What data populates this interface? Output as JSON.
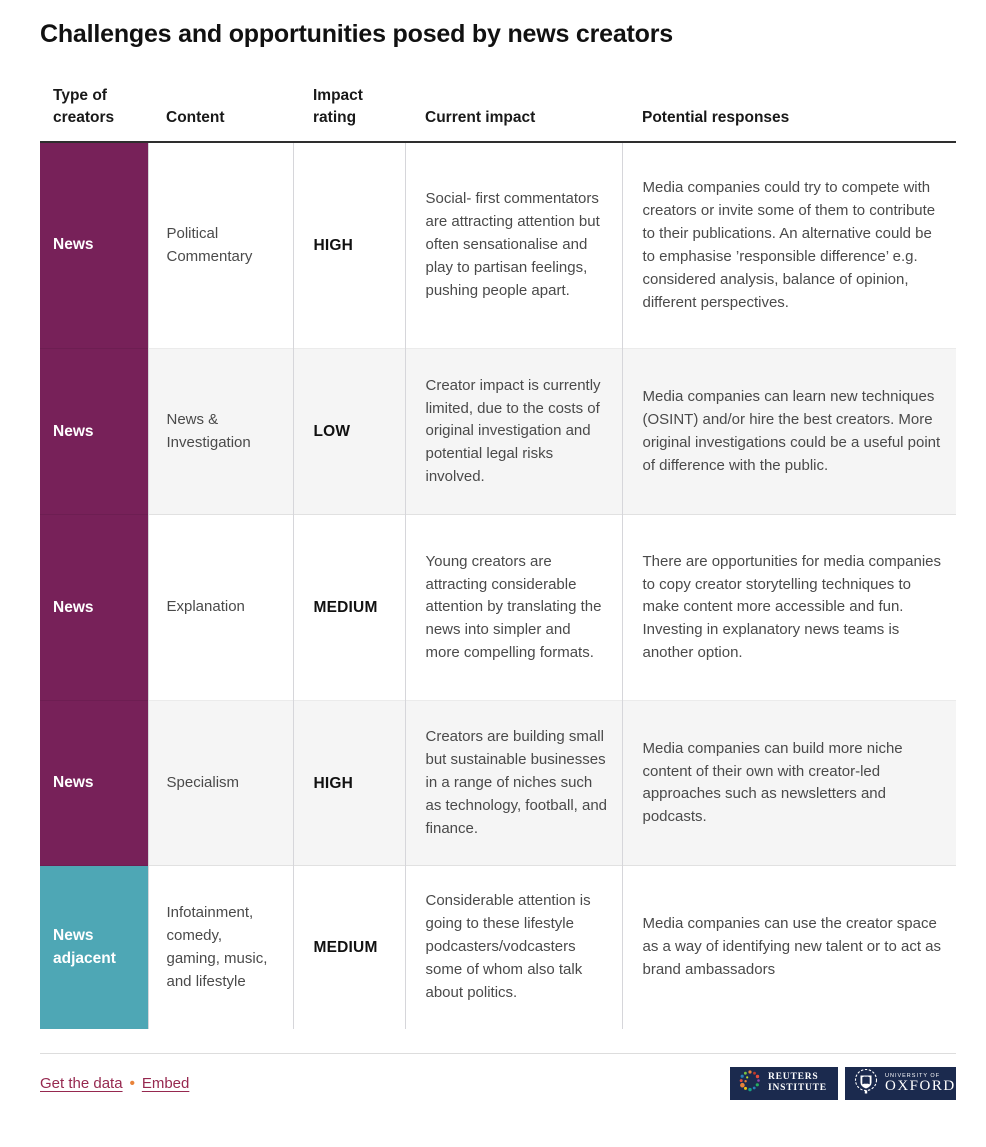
{
  "title": "Challenges and opportunities posed by news creators",
  "chart_data": {
    "type": "table",
    "columns": [
      "Type of creators",
      "Content",
      "Impact rating",
      "Current impact",
      "Potential responses"
    ],
    "rows": [
      {
        "type": "News",
        "type_color": "#772159",
        "content": "Political Commentary",
        "impact_rating": "HIGH",
        "current_impact": "Social- first commentators are attracting attention but often sensationalise and play to partisan feelings, pushing people apart.",
        "potential_responses": "Media companies could try to compete with creators or invite some of them to contribute to their publications. An alternative could be to emphasise ’responsible difference’ e.g. considered analysis, balance of opinion, different perspectives."
      },
      {
        "type": "News",
        "type_color": "#772159",
        "content": "News & Investigation",
        "impact_rating": "LOW",
        "current_impact": "Creator impact is currently limited, due to the costs of original investigation and potential legal risks involved.",
        "potential_responses": "Media companies can learn new techniques (OSINT) and/or hire the best creators. More original investigations could be a useful point of difference with the public."
      },
      {
        "type": "News",
        "type_color": "#772159",
        "content": "Explanation",
        "impact_rating": "MEDIUM",
        "current_impact": "Young creators are attracting considerable attention by translating the news into simpler and more compelling formats.",
        "potential_responses": "There are opportunities for media companies to copy creator storytelling techniques to make content more accessible and fun. Investing in explanatory news teams is another option."
      },
      {
        "type": "News",
        "type_color": "#772159",
        "content": "Specialism",
        "impact_rating": "HIGH",
        "current_impact": "Creators are building small but sustainable businesses in a range of niches such as technology, football, and finance.",
        "potential_responses": "Media companies can build more niche content of their own with creator-led approaches such as newsletters and podcasts."
      },
      {
        "type": "News adjacent",
        "type_color": "#4EA7B5",
        "content": "Infotainment, comedy, gaming, music, and lifestyle",
        "impact_rating": "MEDIUM",
        "current_impact": "Considerable attention is going to these lifestyle podcasters/vodcasters some of whom also talk about politics.",
        "potential_responses": "Media companies can use the creator space as a way of identifying new talent or to act as brand ambassadors"
      }
    ]
  },
  "colors": {
    "news_row": "#772159",
    "news_adjacent_row": "#4EA7B5",
    "link": "#96284f",
    "separator_dot": "#e8833a",
    "logo_navy": "#1b2a4e",
    "alt_row_background": "#f5f5f5"
  },
  "footer": {
    "get_data_label": "Get the data",
    "separator": "•",
    "embed_label": "Embed"
  },
  "logos": {
    "reuters": {
      "line1": "REUTERS",
      "line2": "INSTITUTE"
    },
    "oxford": {
      "line1": "UNIVERSITY OF",
      "line2": "OXFORD"
    }
  }
}
